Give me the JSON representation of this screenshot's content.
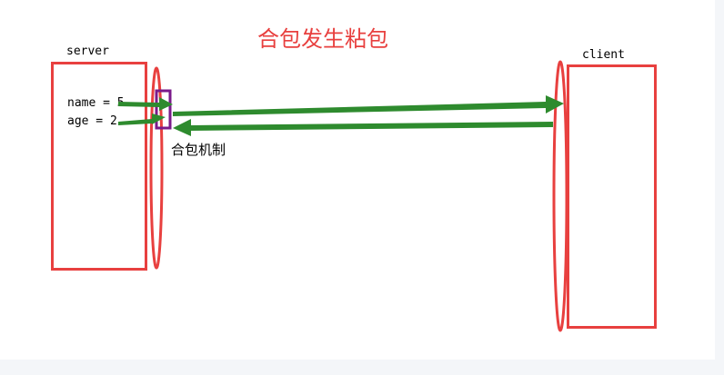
{
  "diagram": {
    "title": "合包发生粘包",
    "server_label": "server",
    "client_label": "client",
    "field_name": "name = 5",
    "field_age": "age = 2",
    "mechanism_label": "合包机制"
  },
  "colors": {
    "red": "#e8403f",
    "green": "#2e8b2e",
    "purple": "#7a1a8a",
    "background": "#f4f6f9"
  }
}
